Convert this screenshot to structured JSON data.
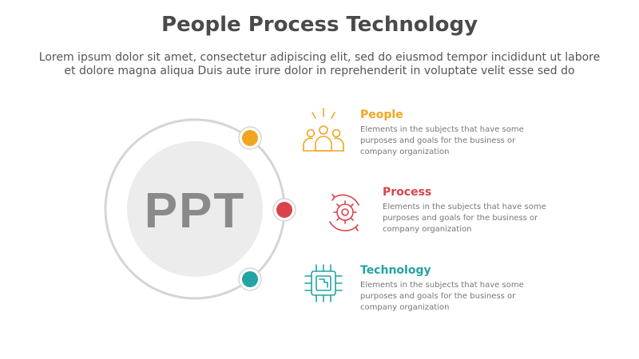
{
  "title": "People Process Technology",
  "subtitle_lines": [
    "Lorem ipsum dolor sit amet, consectetur adipiscing elit, sed do eiusmod tempor incididunt ut labore",
    "et dolore magna aliqua Duis aute irure dolor in reprehenderit in voluptate velit esse sed do"
  ],
  "center_label": "PPT",
  "items": [
    {
      "title": "People",
      "color": "#f2a51f",
      "icon": "people-group-icon",
      "desc_lines": [
        "Elements in the subjects that have some",
        "purposes and goals for the business or",
        "company organization"
      ]
    },
    {
      "title": "Process",
      "color": "#d9434b",
      "icon": "gear-cycle-icon",
      "desc_lines": [
        "Elements in the subjects that have some",
        "purposes and goals for the business or",
        "company organization"
      ]
    },
    {
      "title": "Technology",
      "color": "#23a3a3",
      "icon": "cpu-chip-icon",
      "desc_lines": [
        "Elements in the subjects that have some",
        "purposes and goals for the business or",
        "company organization"
      ]
    }
  ],
  "colors": {
    "ring": "#d5d5d5",
    "inner_circle": "#ececec",
    "center_text": "#8a8a8a",
    "title": "#4a4a4a"
  }
}
